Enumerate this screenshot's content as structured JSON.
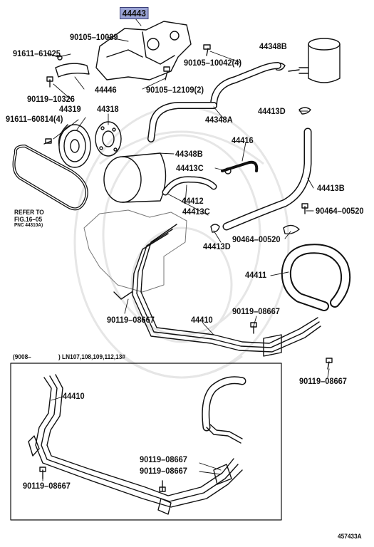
{
  "diagram": {
    "highlighted_part": "44443",
    "parts": {
      "p44443": "44443",
      "p90105_10089": "90105–10089",
      "p91611_61025": "91611–61025",
      "p44348B_top": "44348B",
      "p90105_10042": "90105–10042(4)",
      "p44446": "44446",
      "p90119_10326": "90119–10326",
      "p90105_12109": "90105–12109(2)",
      "p44319": "44319",
      "p44318": "44318",
      "p91611_60814": "91611–60814(4)",
      "p44348A": "44348A",
      "p44413D_top": "44413D",
      "p44416": "44416",
      "p44348B_mid": "44348B",
      "p44413C_a": "44413C",
      "p44413B": "44413B",
      "p44412": "44412",
      "p44413C_b": "44413C",
      "p90464_00520_a": "90464–00520",
      "p44413D_mid": "44413D",
      "p90464_00520_b": "90464–00520",
      "p44411": "44411",
      "p90119_08667_a": "90119–08667",
      "p90119_08667_b": "90119–08667",
      "p44410_main": "44410",
      "p90119_08667_c": "90119–08667",
      "p44410_inset": "44410",
      "p90119_08667_d": "90119–08667",
      "p90119_08667_e": "90119–08667",
      "p90119_08667_f": "90119–08667"
    },
    "refer_note": {
      "line1": "REFER TO",
      "line2": "FIG.16–05",
      "line3": "PNC 44310A)"
    },
    "inset_caption": {
      "left": "(9008–",
      "right": ") LN107,108,109,112,13#"
    },
    "figure_number": "457433A"
  }
}
